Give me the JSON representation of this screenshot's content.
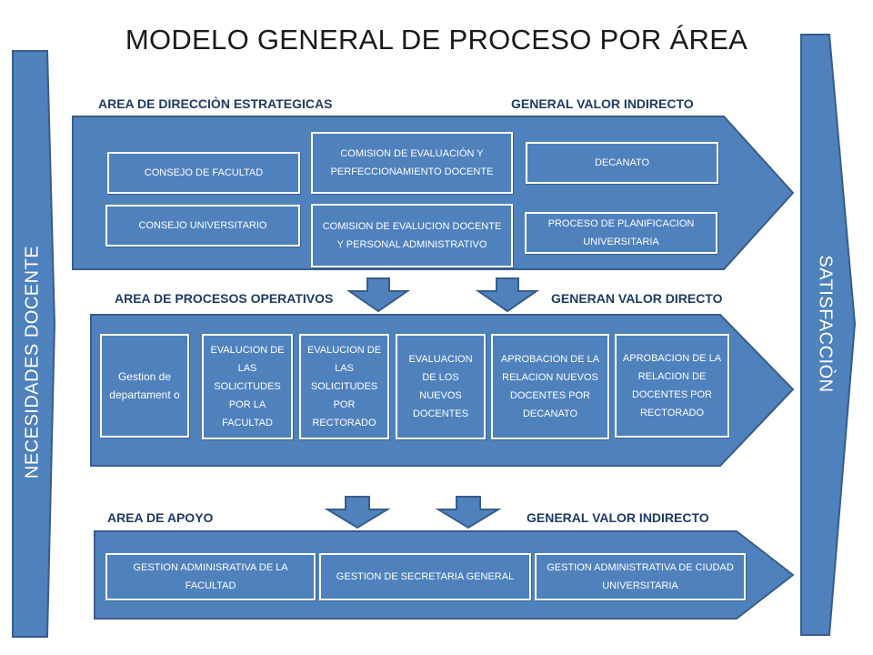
{
  "title": "MODELO GENERAL DE PROCESO POR ÁREA",
  "colors": {
    "fill": "#4f81bd",
    "stroke": "#385d8a",
    "label": "#1f3b66"
  },
  "left_bar": {
    "label": "NECESIDADES DOCENTE"
  },
  "right_bar": {
    "label": "SATISFACCIÒN"
  },
  "strategic": {
    "area_label": "AREA DE DIRECCIÒN ESTRATEGICAS",
    "value_label": "GENERAL VALOR INDIRECTO",
    "boxes": [
      "CONSEJO DE FACULTAD",
      "COMISION DE EVALUACIÓN Y PERFECCIONAMIENTO DOCENTE",
      "DECANATO",
      "CONSEJO UNIVERSITARIO",
      "COMISION DE EVALUCION DOCENTE  Y PERSONAL ADMINISTRATIVO",
      "PROCESO DE PLANIFICACION UNIVERSITARIA"
    ]
  },
  "operative": {
    "area_label": "AREA DE PROCESOS OPERATIVOS",
    "value_label": "GENERAN VALOR DIRECTO",
    "boxes": [
      "Gestion de departament o",
      "EVALUCION DE LAS SOLICITUDES POR LA FACULTAD",
      "EVALUCION DE LAS SOLICITUDES POR RECTORADO",
      "EVALUACION DE LOS NUEVOS DOCENTES",
      "APROBACION DE LA RELACION NUEVOS DOCENTES POR DECANATO",
      "APROBACION DE LA RELACION DE DOCENTES POR RECTORADO"
    ]
  },
  "support": {
    "area_label": "AREA DE APOYO",
    "value_label": "GENERAL VALOR INDIRECTO",
    "boxes": [
      "GESTION ADMINISRATIVA DE LA FACULTAD",
      "GESTION  DE SECRETARIA GENERAL",
      "GESTION ADMINISTRATIVA DE CIUDAD UNIVERSITARIA"
    ]
  }
}
